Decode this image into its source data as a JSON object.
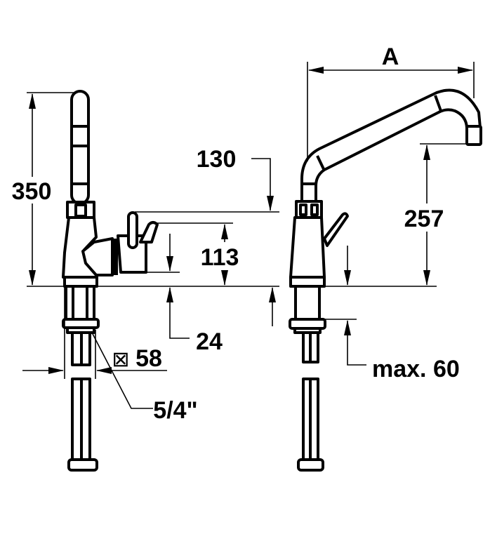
{
  "dimensions": {
    "height_total": "350",
    "lever_offset": "130",
    "hose_height": "113",
    "rim_height": "24",
    "body_width_symbol": "⊠",
    "body_width": "58",
    "thread": "5/4\"",
    "reach": "A",
    "spout_height": "257",
    "max_thickness": "max. 60"
  }
}
